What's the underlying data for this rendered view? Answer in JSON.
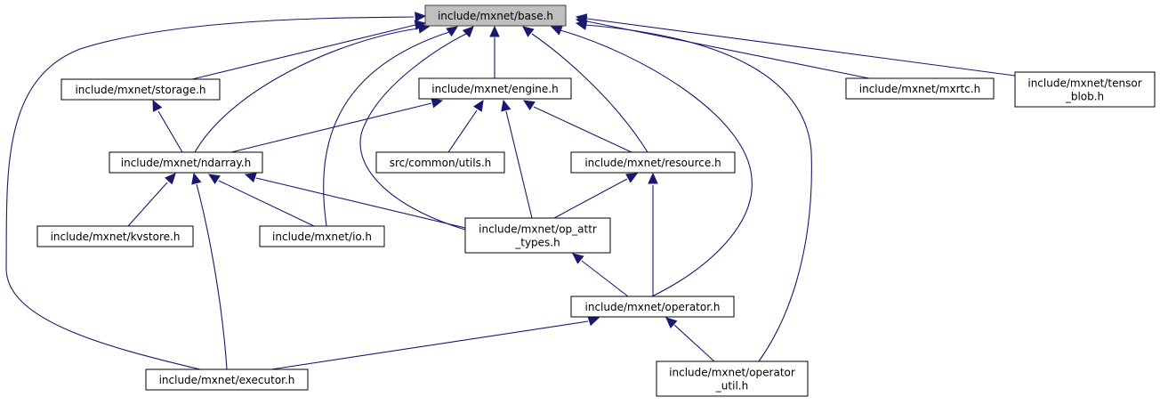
{
  "title": "include/mxnet/base.h include dependency graph",
  "colors": {
    "edge": "#191970",
    "root_fill": "#bfbfbf",
    "node_fill": "#ffffff",
    "node_border": "#000000"
  },
  "nodes": [
    {
      "id": "base",
      "lines": [
        "include/mxnet/base.h"
      ],
      "root": true
    },
    {
      "id": "storage",
      "lines": [
        "include/mxnet/storage.h"
      ]
    },
    {
      "id": "engine",
      "lines": [
        "include/mxnet/engine.h"
      ]
    },
    {
      "id": "mxrtc",
      "lines": [
        "include/mxnet/mxrtc.h"
      ]
    },
    {
      "id": "tensor_blob",
      "lines": [
        "include/mxnet/tensor",
        "_blob.h"
      ]
    },
    {
      "id": "ndarray",
      "lines": [
        "include/mxnet/ndarray.h"
      ]
    },
    {
      "id": "utils",
      "lines": [
        "src/common/utils.h"
      ]
    },
    {
      "id": "resource",
      "lines": [
        "include/mxnet/resource.h"
      ]
    },
    {
      "id": "kvstore",
      "lines": [
        "include/mxnet/kvstore.h"
      ]
    },
    {
      "id": "io",
      "lines": [
        "include/mxnet/io.h"
      ]
    },
    {
      "id": "op_attr_types",
      "lines": [
        "include/mxnet/op_attr",
        "_types.h"
      ]
    },
    {
      "id": "operator",
      "lines": [
        "include/mxnet/operator.h"
      ]
    },
    {
      "id": "executor",
      "lines": [
        "include/mxnet/executor.h"
      ]
    },
    {
      "id": "operator_util",
      "lines": [
        "include/mxnet/operator",
        "_util.h"
      ]
    }
  ],
  "edges": [
    {
      "from": "storage",
      "to": "base"
    },
    {
      "from": "engine",
      "to": "base"
    },
    {
      "from": "mxrtc",
      "to": "base"
    },
    {
      "from": "tensor_blob",
      "to": "base"
    },
    {
      "from": "ndarray",
      "to": "base"
    },
    {
      "from": "resource",
      "to": "base"
    },
    {
      "from": "io",
      "to": "base"
    },
    {
      "from": "op_attr_types",
      "to": "base"
    },
    {
      "from": "operator",
      "to": "base"
    },
    {
      "from": "executor",
      "to": "base"
    },
    {
      "from": "operator_util",
      "to": "base"
    },
    {
      "from": "ndarray",
      "to": "storage"
    },
    {
      "from": "ndarray",
      "to": "engine"
    },
    {
      "from": "utils",
      "to": "engine"
    },
    {
      "from": "resource",
      "to": "engine"
    },
    {
      "from": "op_attr_types",
      "to": "engine"
    },
    {
      "from": "kvstore",
      "to": "ndarray"
    },
    {
      "from": "io",
      "to": "ndarray"
    },
    {
      "from": "op_attr_types",
      "to": "ndarray"
    },
    {
      "from": "executor",
      "to": "ndarray"
    },
    {
      "from": "op_attr_types",
      "to": "resource"
    },
    {
      "from": "operator",
      "to": "resource"
    },
    {
      "from": "operator",
      "to": "op_attr_types"
    },
    {
      "from": "executor",
      "to": "operator"
    },
    {
      "from": "operator_util",
      "to": "operator"
    }
  ]
}
